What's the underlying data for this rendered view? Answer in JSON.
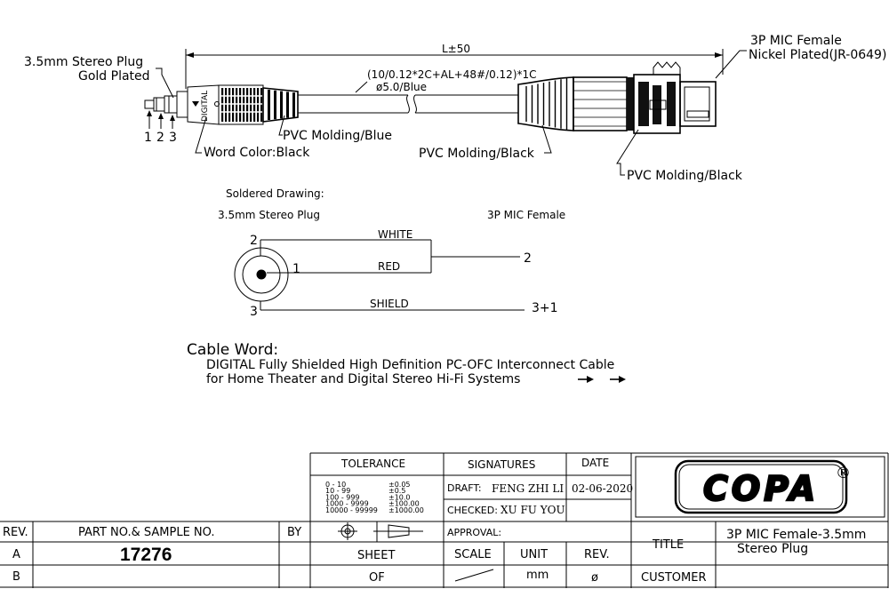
{
  "drawing": {
    "plug_label": [
      "3.5mm Stereo Plug",
      "Gold Plated"
    ],
    "pin_numbers": [
      "1",
      "2",
      "3"
    ],
    "digital_text": "DIGITAL",
    "length_label": "L±50",
    "cable_spec": "(10/0.12*2C+AL+48#/0.12)*1C",
    "cable_diameter": "ø5.0/Blue",
    "mic_label": [
      "3P MIC Female",
      "Nickel Plated(JR-0649)"
    ],
    "pvc_blue": "PVC Molding/Blue",
    "word_color": "Word Color:Black",
    "pvc_black_cable": "PVC Molding/Black",
    "pvc_black_mic": "PVC Molding/Black"
  },
  "soldered": {
    "title": "Soldered Drawing:",
    "left_title": "3.5mm Stereo Plug",
    "right_title": "3P MIC Female",
    "wires": [
      {
        "name": "WHITE",
        "from": "2",
        "to": "2"
      },
      {
        "name": "RED",
        "from": "1",
        "to": ""
      },
      {
        "name": "SHIELD",
        "from": "3",
        "to": "3+1"
      }
    ]
  },
  "cable_word": {
    "title": "Cable Word:",
    "lines": [
      "DIGITAL Fully Shielded High Definition PC-OFC Interconnect Cable",
      "for Home Theater and Digital Stereo Hi-Fi Systems"
    ]
  },
  "title_block": {
    "tolerance_header": "TOLERANCE",
    "tolerance_rows": [
      {
        "range": "0 - 10",
        "tol": "±0.05"
      },
      {
        "range": "10 - 99",
        "tol": "±0.5"
      },
      {
        "range": "100 - 999",
        "tol": "±10.0"
      },
      {
        "range": "1000 - 9999",
        "tol": "±100.00"
      },
      {
        "range": "10000 - 99999",
        "tol": "±1000.00"
      }
    ],
    "signatures_header": "SIGNATURES",
    "date_header": "DATE",
    "draft_label": "DRAFT:",
    "draft_name": "FENG ZHI LI",
    "draft_date": "02-06-2020",
    "checked_label": "CHECKED:",
    "checked_name": "XU FU YOU",
    "approval_label": "APPROVAL:",
    "logo_text": "COPA",
    "registered": "®",
    "rev_header": "REV.",
    "part_header": "PART NO.& SAMPLE NO.",
    "by_header": "BY",
    "rev_a": "A",
    "rev_b": "B",
    "part_no": "17276",
    "sheet_label": "SHEET",
    "of_label": "OF",
    "scale_label": "SCALE",
    "unit_label": "UNIT",
    "unit_value": "mm",
    "rev_label": "REV.",
    "rev_value": "ø",
    "title_label": "TITLE",
    "title_value": [
      "3P MIC Female-3.5mm",
      "Stereo Plug"
    ],
    "customer_label": "CUSTOMER"
  }
}
